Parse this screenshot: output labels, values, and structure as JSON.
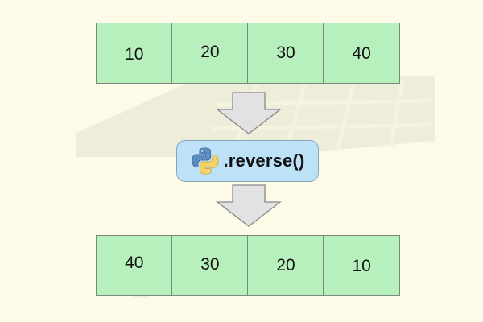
{
  "input_array": {
    "values": [
      "10",
      "20",
      "30",
      "40"
    ]
  },
  "method": {
    "label": ".reverse()",
    "icon": "python-logo-icon"
  },
  "output_array": {
    "values": [
      "40",
      "30",
      "20",
      "10"
    ]
  },
  "colors": {
    "background": "#fdfbe8",
    "cell_fill": "#b7f0bd",
    "cell_border": "#7a8a7c",
    "pill_fill": "#bde1f7",
    "arrow_fill": "#e2e2e2",
    "python_blue": "#3f78b3",
    "python_yellow": "#f2c94c"
  }
}
